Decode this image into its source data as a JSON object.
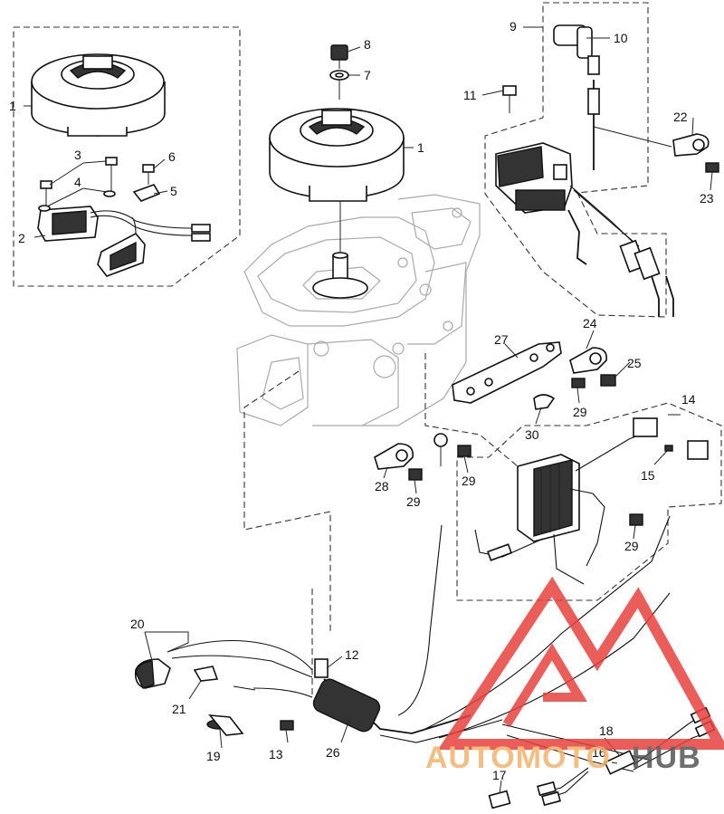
{
  "callouts": [
    {
      "id": "c1a",
      "text": "1"
    },
    {
      "id": "c1b",
      "text": "1"
    },
    {
      "id": "c2",
      "text": "2"
    },
    {
      "id": "c3",
      "text": "3"
    },
    {
      "id": "c4",
      "text": "4"
    },
    {
      "id": "c5",
      "text": "5"
    },
    {
      "id": "c6",
      "text": "6"
    },
    {
      "id": "c7",
      "text": "7"
    },
    {
      "id": "c8",
      "text": "8"
    },
    {
      "id": "c9",
      "text": "9"
    },
    {
      "id": "c10",
      "text": "10"
    },
    {
      "id": "c11",
      "text": "11"
    },
    {
      "id": "c12",
      "text": "12"
    },
    {
      "id": "c13",
      "text": "13"
    },
    {
      "id": "c14",
      "text": "14"
    },
    {
      "id": "c15",
      "text": "15"
    },
    {
      "id": "c16",
      "text": "16"
    },
    {
      "id": "c17",
      "text": "17"
    },
    {
      "id": "c18",
      "text": "18"
    },
    {
      "id": "c19",
      "text": "19"
    },
    {
      "id": "c20",
      "text": "20"
    },
    {
      "id": "c21",
      "text": "21"
    },
    {
      "id": "c22",
      "text": "22"
    },
    {
      "id": "c23",
      "text": "23"
    },
    {
      "id": "c24",
      "text": "24"
    },
    {
      "id": "c25",
      "text": "25"
    },
    {
      "id": "c26",
      "text": "26"
    },
    {
      "id": "c27",
      "text": "27"
    },
    {
      "id": "c28",
      "text": "28"
    },
    {
      "id": "c29a",
      "text": "29"
    },
    {
      "id": "c29b",
      "text": "29"
    },
    {
      "id": "c29c",
      "text": "29"
    },
    {
      "id": "c29d",
      "text": "29"
    },
    {
      "id": "c29e",
      "text": "29"
    },
    {
      "id": "c30",
      "text": "30"
    }
  ],
  "watermark": {
    "text_left": "AUTOMOTO",
    "text_right": "HUB",
    "color_left": "#f2b36a",
    "color_right": "#555555",
    "logo_color": "#e8413c"
  }
}
